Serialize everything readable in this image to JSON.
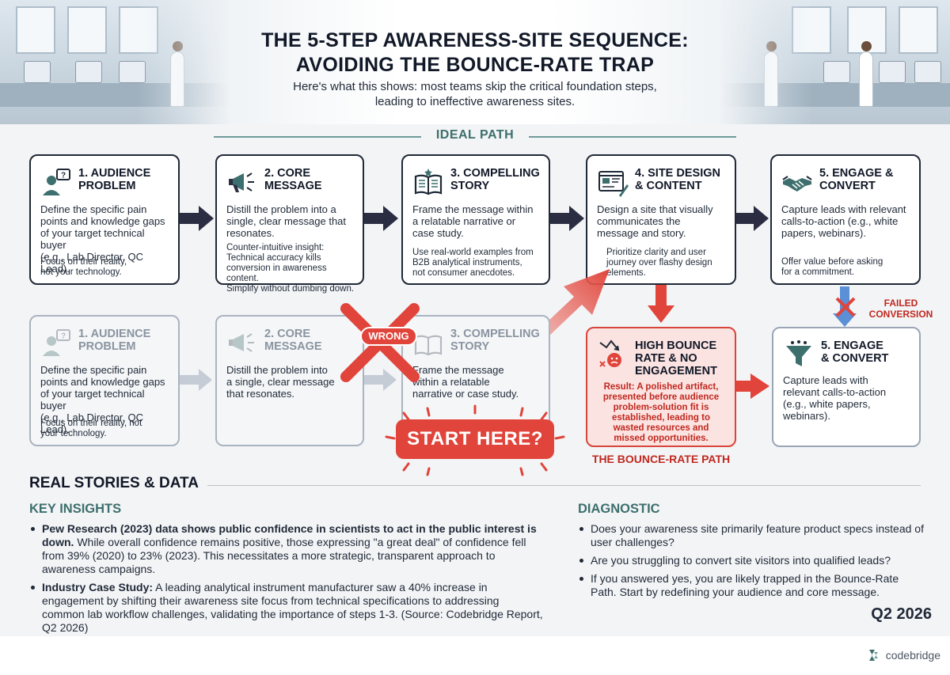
{
  "header": {
    "title_line1": "THE 5-STEP AWARENESS-SITE SEQUENCE:",
    "title_line2": "AVOIDING THE BOUNCE-RATE TRAP",
    "subtitle_line1": "Here's what this shows: most teams skip the critical foundation steps,",
    "subtitle_line2": "leading to ineffective awareness sites."
  },
  "ideal_path": {
    "label": "IDEAL PATH",
    "steps": [
      {
        "title1": "1. AUDIENCE",
        "title2": "PROBLEM",
        "icon": "person-question-icon",
        "body": [
          "Define the specific pain",
          "points and knowledge gaps",
          "of your target technical buyer",
          "(e.g., Lab Director, QC Lead)."
        ],
        "note": [
          "Focus on their reality,",
          "not your technology."
        ]
      },
      {
        "title1": "2. CORE",
        "title2": "MESSAGE",
        "icon": "megaphone-icon",
        "body": [
          "Distill the problem into a",
          "single, clear message that",
          "resonates."
        ],
        "note": [
          "Counter-intuitive insight:",
          "Technical accuracy kills",
          "conversion in awareness content.",
          "Simplify without dumbing down."
        ]
      },
      {
        "title1": "3. COMPELLING",
        "title2": "STORY",
        "icon": "open-book-icon",
        "body": [
          "Frame the message within",
          "a relatable narrative or",
          "case study."
        ],
        "note": [
          "Use real-world examples from",
          "B2B analytical instruments,",
          "not consumer anecdotes."
        ]
      },
      {
        "title1": "4. SITE DESIGN",
        "title2": "& CONTENT",
        "icon": "web-design-icon",
        "body": [
          "Design a site that visually",
          "communicates the",
          "message and story."
        ],
        "note": [
          "Prioritize clarity and user",
          "journey over flashy design",
          "elements."
        ]
      },
      {
        "title1": "5. ENGAGE &",
        "title2": "CONVERT",
        "icon": "handshake-icon",
        "body": [
          "Capture leads with relevant",
          "calls-to-action (e.g., white",
          "papers, webinars)."
        ],
        "note": [
          "Offer value before asking",
          "for a commitment."
        ]
      }
    ]
  },
  "skipped_path": {
    "steps": [
      {
        "title1": "1. AUDIENCE",
        "title2": "PROBLEM",
        "icon": "person-question-icon",
        "body": [
          "Define the specific pain",
          "points and knowledge gaps",
          "of your target technical buyer",
          "(e.g., Lab Director, QC Lead)."
        ],
        "note": [
          "Focus on their reality, not",
          "your technology."
        ]
      },
      {
        "title1": "2. CORE",
        "title2": "MESSAGE",
        "icon": "megaphone-icon",
        "body": [
          "Distill the problem into",
          "a single, clear message",
          "that resonates."
        ]
      },
      {
        "title1": "3. COMPELLING",
        "title2": "STORY",
        "icon": "open-book-icon",
        "body": [
          "Frame the message",
          "within a relatable",
          "narrative or case study."
        ]
      }
    ],
    "wrong_label": "WRONG",
    "start_here": "START HERE?",
    "bounce": {
      "title1": "HIGH BOUNCE",
      "title2": "RATE & NO",
      "title3": "ENGAGEMENT",
      "icon": "bounce-sad-icon",
      "result": [
        "Result: A polished artifact,",
        "presented before audience",
        "problem-solution fit is",
        "established, leading to",
        "wasted resources and",
        "missed opportunities."
      ]
    },
    "bounce_path_label": "THE BOUNCE-RATE PATH",
    "failed_label1": "FAILED",
    "failed_label2": "CONVERSION",
    "convert": {
      "title1": "5. ENGAGE",
      "title2": "& CONVERT",
      "icon": "funnel-icon",
      "body": [
        "Capture leads with",
        "relevant calls-to-action",
        "(e.g., white papers,",
        "webinars)."
      ]
    }
  },
  "stories": {
    "section_title": "REAL STORIES & DATA",
    "insights_title": "KEY INSIGHTS",
    "insight1_bold": "Pew Research (2023) data shows public confidence in scientists to act in the public interest is down.",
    "insight1_rest": " While overall confidence remains positive, those expressing \"a great deal\" of confidence fell from 39% (2020) to 23% (2023). This necessitates a more strategic, transparent approach to awareness campaigns.",
    "insight2_bold": "Industry Case Study:",
    "insight2_rest": " A leading analytical instrument manufacturer saw a 40% increase in engagement by shifting their awareness site focus from technical specifications to addressing common lab workflow challenges, validating the importance of steps 1-3. (Source: Codebridge Report, Q2 2026)",
    "diagnostic_title": "DIAGNOSTIC",
    "diagnostic": [
      "Does your awareness site primarily feature product specs instead of user challenges?",
      "Are you struggling to convert site visitors into qualified leads?",
      "If you answered yes, you are likely trapped in the Bounce-Rate Path. Start by redefining your audience and core message."
    ]
  },
  "footer": {
    "date": "Q2 2026",
    "brand": "codebridge"
  },
  "colors": {
    "teal": "#3c6f6d",
    "red": "#e0443a",
    "dark_arrow": "#2b2d42",
    "blue_arrow": "#5b8fd6"
  }
}
